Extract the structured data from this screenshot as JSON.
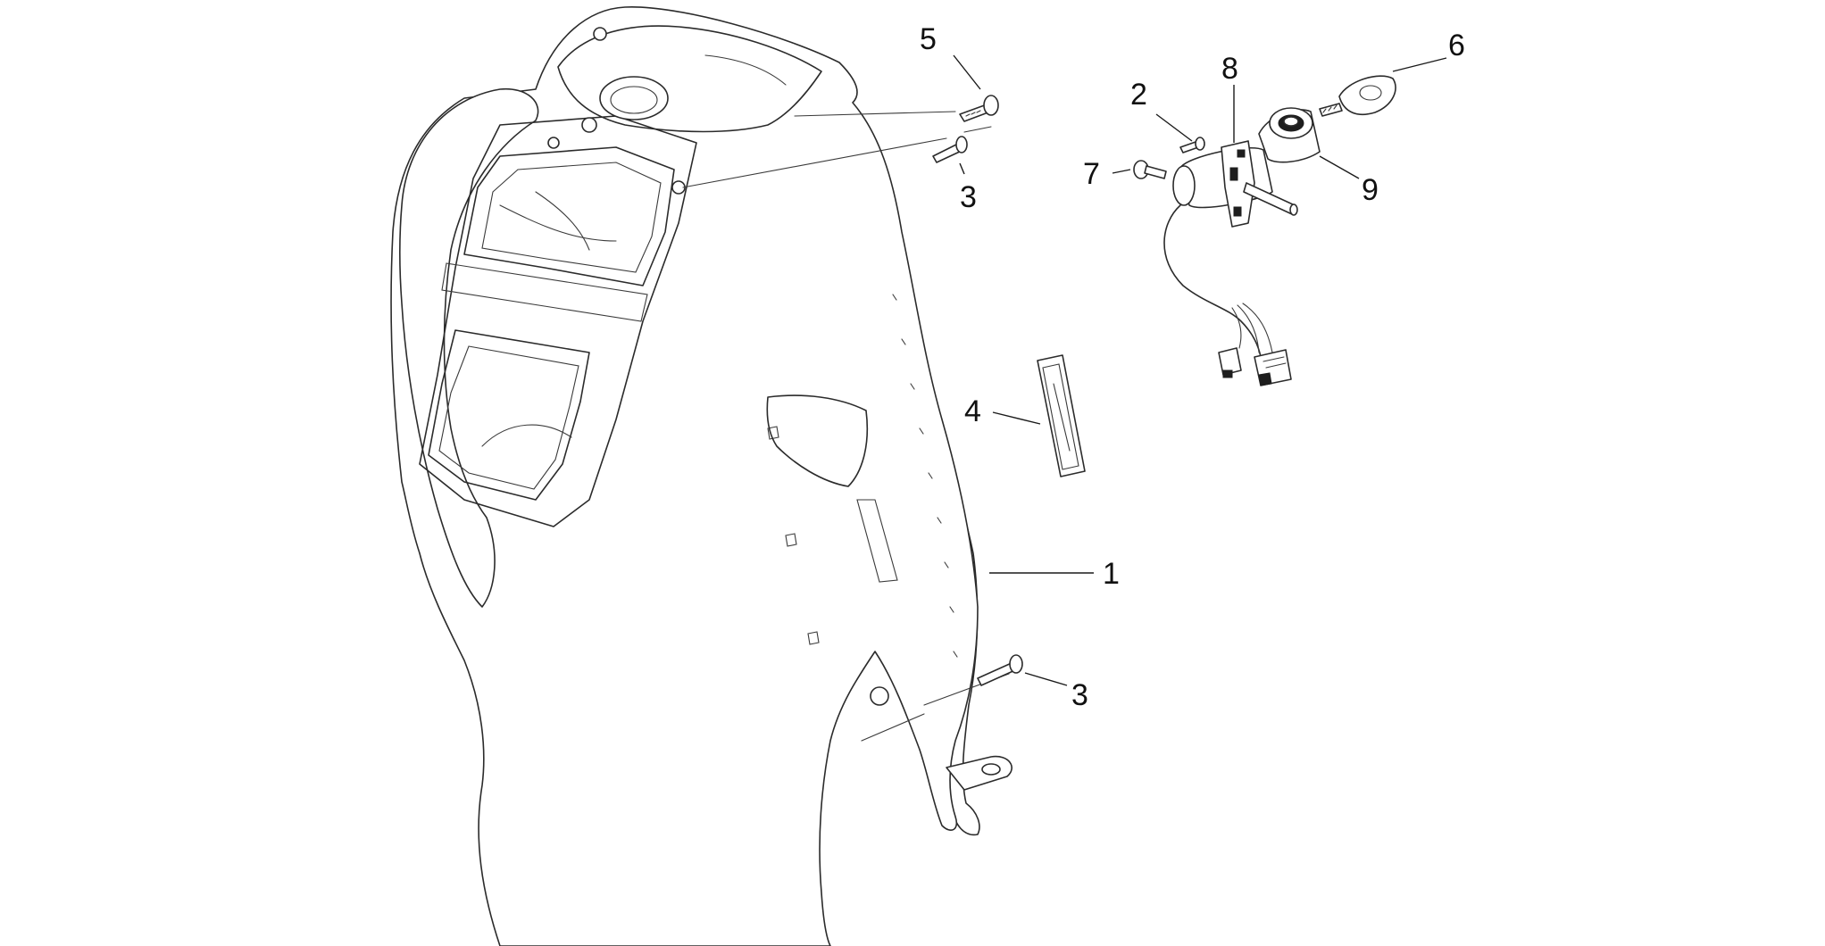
{
  "callouts": [
    {
      "id": "c1",
      "label": "1"
    },
    {
      "id": "c2",
      "label": "2"
    },
    {
      "id": "c3a",
      "label": "3"
    },
    {
      "id": "c3b",
      "label": "3"
    },
    {
      "id": "c4",
      "label": "4"
    },
    {
      "id": "c5",
      "label": "5"
    },
    {
      "id": "c6",
      "label": "6"
    },
    {
      "id": "c7",
      "label": "7"
    },
    {
      "id": "c8",
      "label": "8"
    },
    {
      "id": "c9",
      "label": "9"
    }
  ],
  "colors": {
    "line": "#2b2b2b",
    "background": "#ffffff"
  }
}
